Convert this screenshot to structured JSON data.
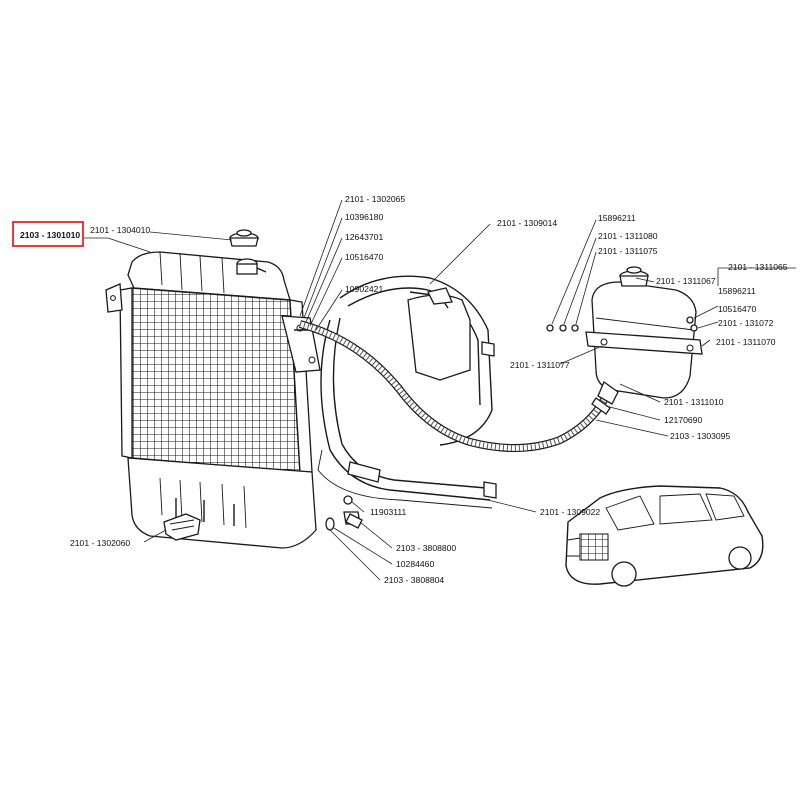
{
  "highlight_color": "#e0262b",
  "selected_part": "2103 - 1301010",
  "labels": {
    "radiator_main": "2103 - 1301010",
    "radiator_cap": "2101 - 1304010",
    "bracket_top": "2101 - 1302065",
    "l_10396180": "10396180",
    "l_12643701": "12643701",
    "l_10516470_a": "10516470",
    "l_10902421": "10902421",
    "shroud": "2101 - 1309014",
    "l_15896211_a": "15896211",
    "l_2101_1311080": "2101 - 1311080",
    "l_2101_1311075": "2101 - 1311075",
    "tank_cap": "2101 - 1311067",
    "tank_group": "2101 - 1311065",
    "l_15896211_b": "15896211",
    "l_10516470_b": "10516470",
    "l_2101_131072": "2101 - 131072",
    "l_2101_1311070": "2101 - 1311070",
    "l_2101_1311077": "2101 - 1311077",
    "l_2101_1311010": "2101 - 1311010",
    "l_12170690": "12170690",
    "l_2103_1303095": "2103 - 1303095",
    "l_2101_1309022": "2101 - 1309022",
    "l_11903111": "11903111",
    "l_2103_3808800": "2103 - 3808800",
    "l_10284460": "10284460",
    "l_2103_3808804": "2103 - 3808804",
    "l_2101_1302060": "2101 - 1302060"
  }
}
